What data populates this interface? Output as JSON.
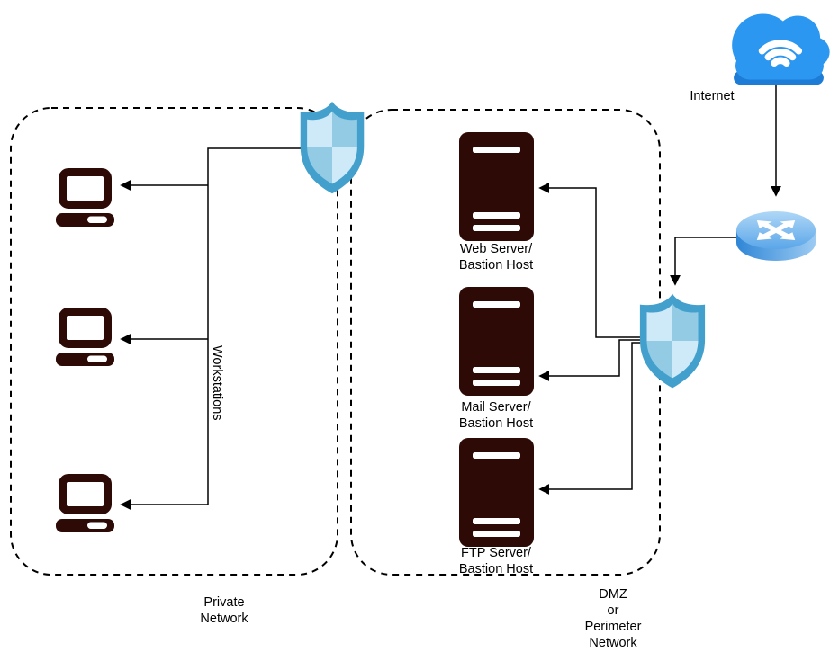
{
  "labels": {
    "internet": "Internet",
    "workstations": "Workstations"
  },
  "zones": {
    "private_network": {
      "label_lines": [
        "Private",
        "Network"
      ]
    },
    "dmz": {
      "label_lines": [
        "DMZ",
        "or",
        "Perimeter",
        "Network"
      ]
    }
  },
  "servers": [
    {
      "id": "web-server",
      "label_lines": [
        "Web Server/",
        "Bastion Host"
      ]
    },
    {
      "id": "mail-server",
      "label_lines": [
        "Mail Server/",
        "Bastion Host"
      ]
    },
    {
      "id": "ftp-server",
      "label_lines": [
        "FTP Server/",
        "Bastion Host"
      ]
    }
  ],
  "icons": {
    "internet": "cloud-wifi-icon",
    "router": "router-icon",
    "firewall": "shield-icon",
    "workstation": "laptop-icon",
    "server": "server-tower-icon"
  },
  "colors": {
    "background": "#FFFFFF",
    "line_black": "#000000",
    "icon_dark": "#2D0A06",
    "cloud_blue": "#2B97F1",
    "cloud_rim_blue": "#1C7CD6",
    "shield_border": "#43A0CD",
    "shield_light": "#CEE9F7",
    "shield_medium": "#93CBE5",
    "router_blue_light": "#AFD7F6",
    "router_blue_dark": "#2F86D6"
  }
}
